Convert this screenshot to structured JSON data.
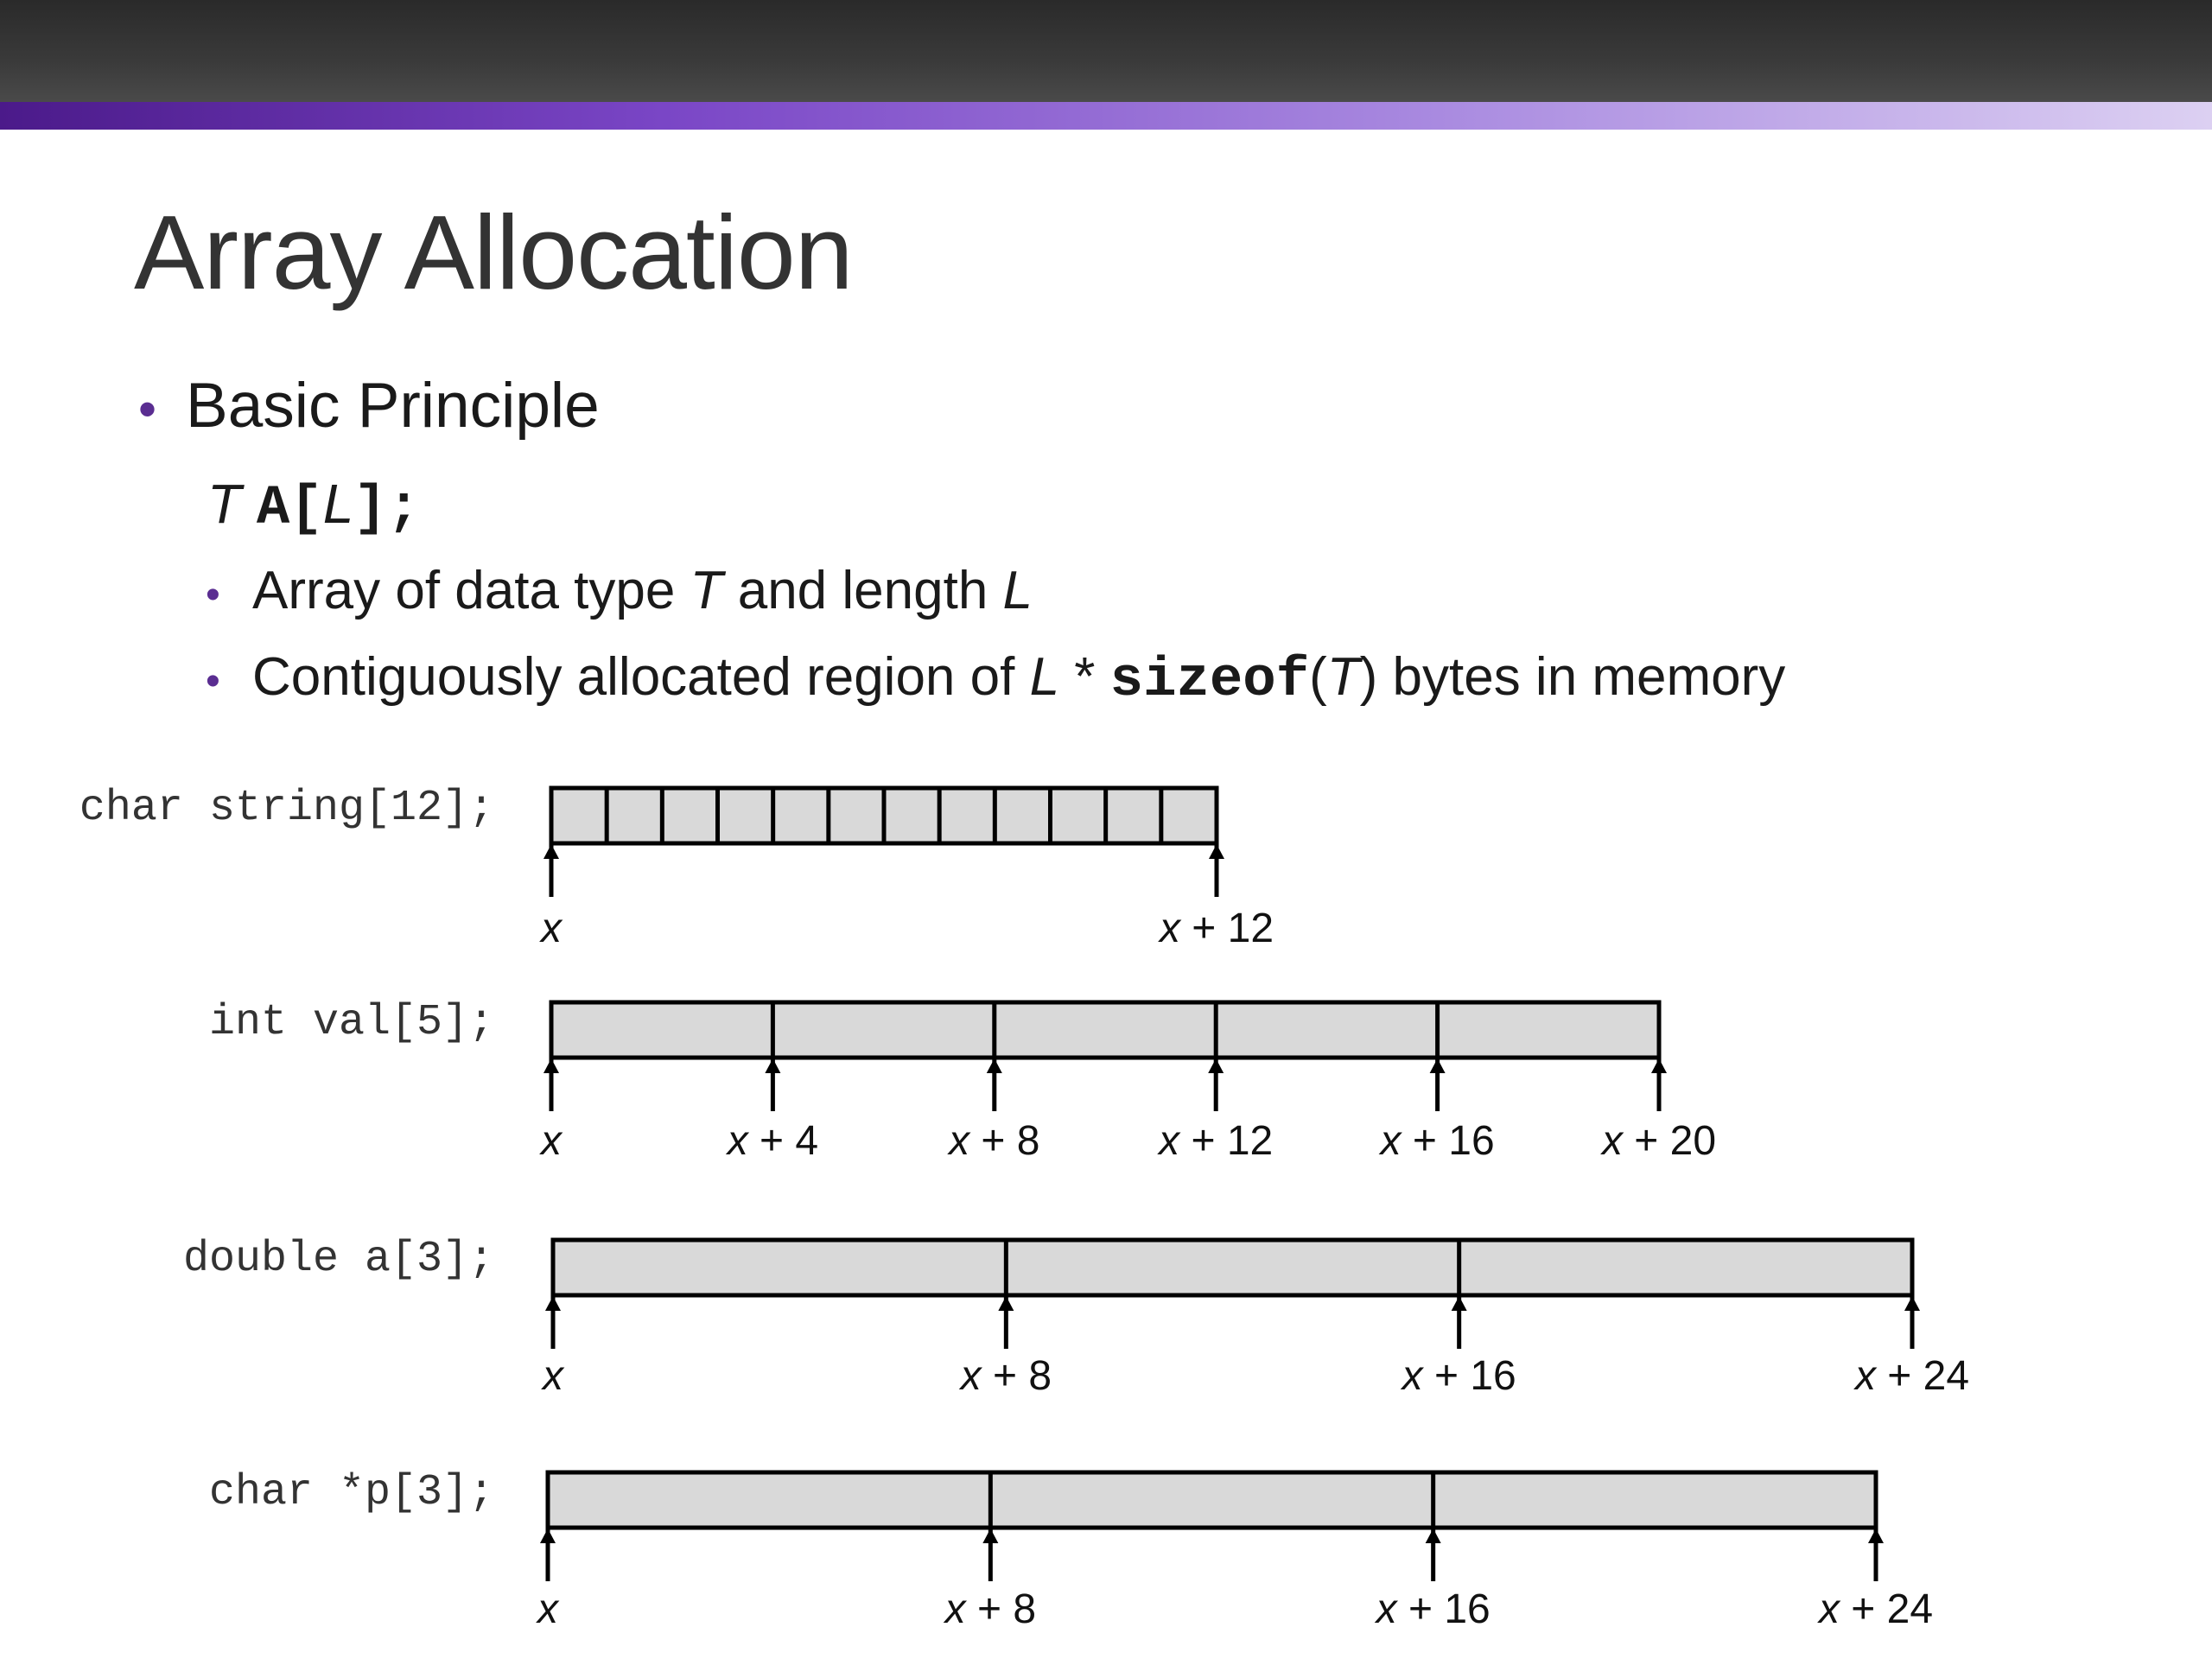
{
  "slide": {
    "title": "Array Allocation",
    "bullet_dot": "•",
    "bullet": "Basic Principle",
    "declaration": {
      "type": "T",
      "code_a": "A[",
      "length": "L",
      "code_b": "];"
    },
    "sub1": {
      "text_a": "Array of data type ",
      "type": "T",
      "text_b": " and length ",
      "length": "L"
    },
    "sub2": {
      "text_a": "Contiguously allocated region of ",
      "length": "L",
      "op": " * ",
      "code": "sizeof",
      "open": "(",
      "type": "T",
      "close": ")",
      "text_b": " bytes in memory"
    }
  },
  "diagram": {
    "fill": "#d9d9d9",
    "stroke": "#000000",
    "rows": [
      {
        "code": "char string[12];",
        "cells": 12,
        "markers": [
          {
            "cell": 0,
            "label": "x"
          },
          {
            "cell": 12,
            "label": "x + 12"
          }
        ]
      },
      {
        "code": "int val[5];",
        "cells": 5,
        "markers": [
          {
            "cell": 0,
            "label": "x"
          },
          {
            "cell": 1,
            "label": "x + 4"
          },
          {
            "cell": 2,
            "label": "x + 8"
          },
          {
            "cell": 3,
            "label": "x + 12"
          },
          {
            "cell": 4,
            "label": "x + 16"
          },
          {
            "cell": 5,
            "label": "x + 20"
          }
        ]
      },
      {
        "code": "double a[3];",
        "cells": 3,
        "markers": [
          {
            "cell": 0,
            "label": "x"
          },
          {
            "cell": 1,
            "label": "x + 8"
          },
          {
            "cell": 2,
            "label": "x + 16"
          },
          {
            "cell": 3,
            "label": "x + 24"
          }
        ]
      },
      {
        "code": "char *p[3];",
        "cells": 3,
        "markers": [
          {
            "cell": 0,
            "label": "x"
          },
          {
            "cell": 1,
            "label": "x + 8"
          },
          {
            "cell": 2,
            "label": "x + 16"
          },
          {
            "cell": 3,
            "label": "x + 24"
          }
        ]
      }
    ]
  }
}
